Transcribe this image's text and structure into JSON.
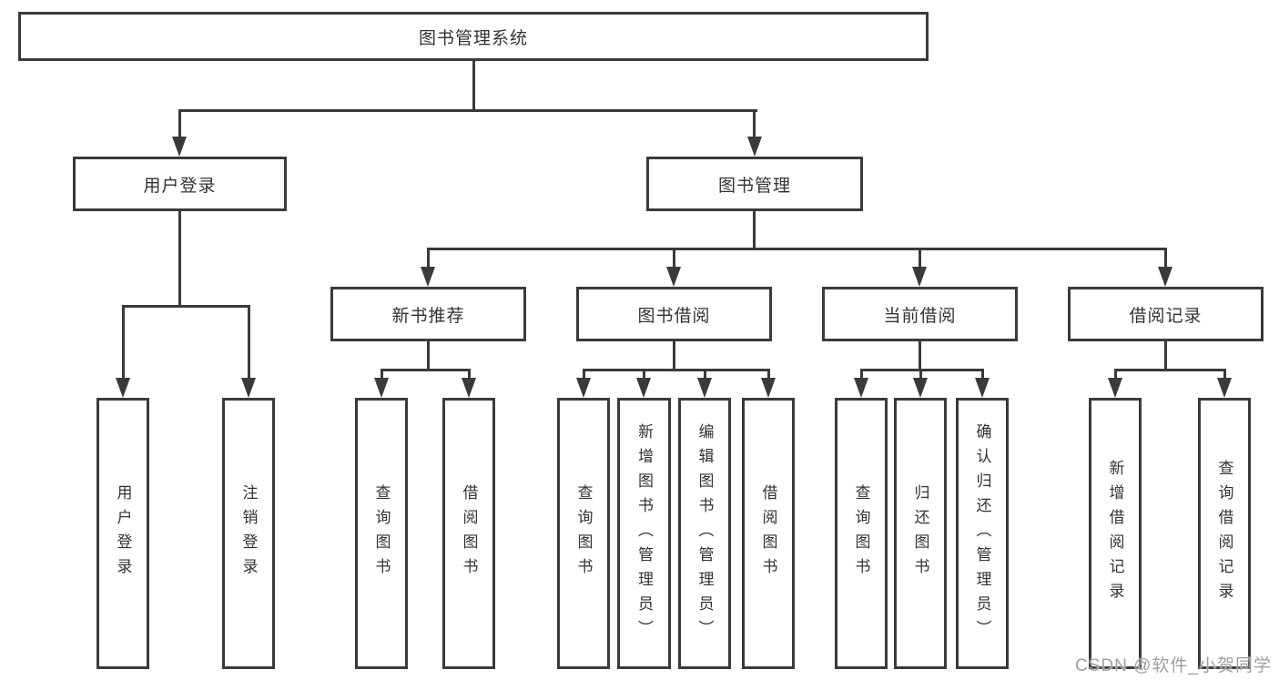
{
  "tree": {
    "root": {
      "label": "图书管理系统",
      "children": [
        {
          "label": "用户登录",
          "children": [
            {
              "label": "用户登录"
            },
            {
              "label": "注销登录"
            }
          ]
        },
        {
          "label": "图书管理",
          "children": [
            {
              "label": "新书推荐",
              "children": [
                {
                  "label": "查询图书"
                },
                {
                  "label": "借阅图书"
                }
              ]
            },
            {
              "label": "图书借阅",
              "children": [
                {
                  "label": "查询图书"
                },
                {
                  "label": "新增图书（管理员）"
                },
                {
                  "label": "编辑图书（管理员）"
                },
                {
                  "label": "借阅图书"
                }
              ]
            },
            {
              "label": "当前借阅",
              "children": [
                {
                  "label": "查询图书"
                },
                {
                  "label": "归还图书"
                },
                {
                  "label": "确认归还（管理员）"
                }
              ]
            },
            {
              "label": "借阅记录",
              "children": [
                {
                  "label": "新增借阅记录"
                },
                {
                  "label": "查询借阅记录"
                }
              ]
            }
          ]
        }
      ]
    }
  },
  "watermark": "CSDN @软件_小贺同学",
  "colors": {
    "line": "#3a3a3a",
    "text": "#333333",
    "watermark": "#9f9f9f",
    "background": "#ffffff"
  }
}
